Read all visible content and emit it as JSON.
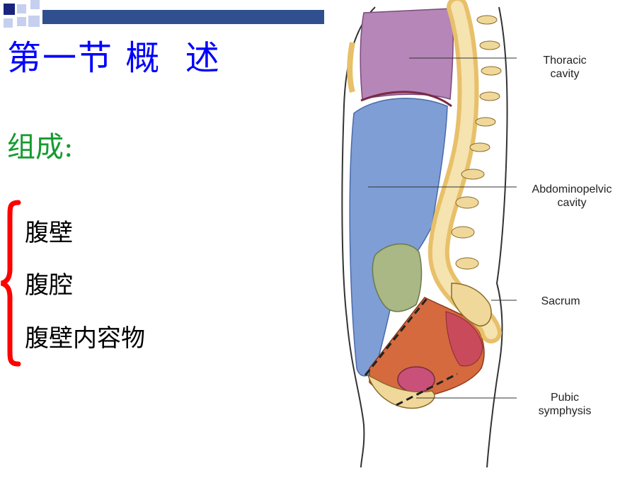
{
  "slide": {
    "title": "第一节 概  述",
    "subtitle": "组成:",
    "items": [
      "腹壁",
      "腹腔",
      "腹壁内容物"
    ],
    "colors": {
      "title": "#0000ff",
      "subtitle": "#159b2f",
      "brace": "#ff0000",
      "top_bar": "#2f4f8f"
    }
  },
  "figure": {
    "labels": {
      "thoracic": "Thoracic cavity",
      "abdominopelvic": "Abdominopelvic cavity",
      "sacrum": "Sacrum",
      "pubic": "Pubic symphysis"
    }
  }
}
